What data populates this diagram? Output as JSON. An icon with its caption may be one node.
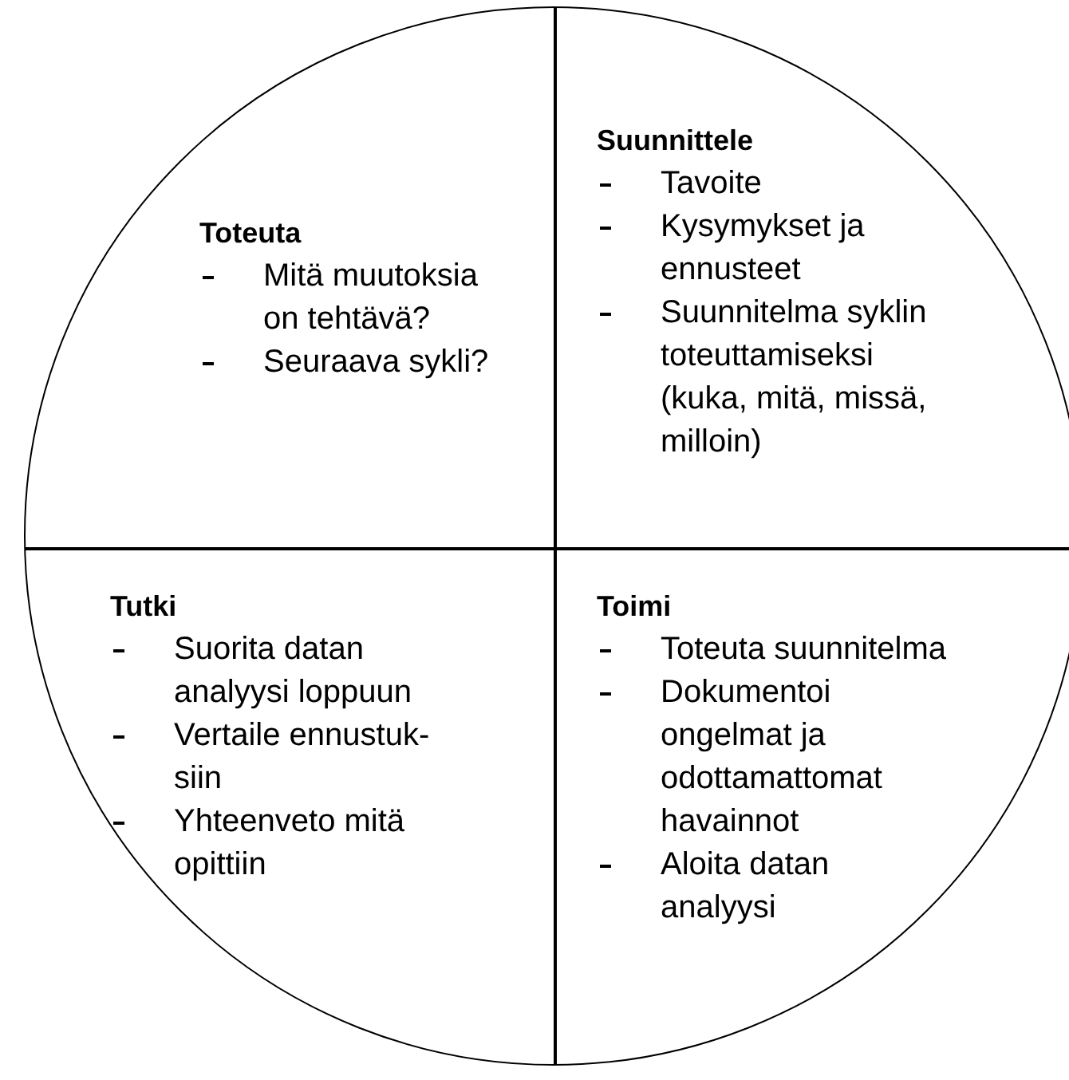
{
  "diagram": {
    "nodes": [
      {
        "text": [],
        "shape": "circle"
      },
      {
        "text": [
          "Toteuta",
          "Mitä muutoksia on tehtävä?",
          "Seuraava sykli?"
        ],
        "in": 0
      },
      {
        "text": [
          "Suunnittele",
          "Tavoite",
          "Kysymykset ja ennusteet",
          "Suunnitelma syklin toteuttamiseksi (kuka, mitä, missä, milloin)"
        ],
        "in": 0
      },
      {
        "text": [
          "Tutki",
          "Suorita datan analyysi loppuun",
          "Vertaile ennustuk- siin",
          "Yhteenveto mitä opittiin"
        ],
        "in": 0
      },
      {
        "text": [
          "Toimi",
          "Toteuta suunnitelma",
          "Dokumentoi ongelmat ja odottamattomat havainnot",
          "Aloita datan analyysi"
        ],
        "in": 0
      }
    ],
    "edges": []
  }
}
